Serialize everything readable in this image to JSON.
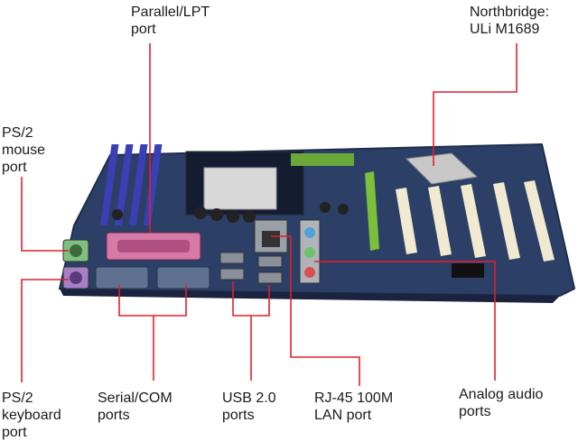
{
  "labels": {
    "parallel": "Parallel/LPT\nport",
    "northbridge": "Northbridge:\nULi M1689",
    "ps2_mouse": "PS/2\nmouse\nport",
    "ps2_keyboard": "PS/2\nkeyboard\nport",
    "serial": "Serial/COM\nports",
    "usb": "USB 2.0\nports",
    "lan": "RJ-45 100M\nLAN port",
    "audio": "Analog audio\nports"
  },
  "colors": {
    "leader": "#e3202a",
    "pcb": "#2c3f66",
    "pcb_dark": "#1e2d4d",
    "ram_slot": "#3a3fb5",
    "pci_slot": "#f2ead0",
    "agp_slot": "#7cbf3a",
    "parallel_port": "#d77aa8",
    "serial_port": "#5f7190",
    "mouse_port": "#7fbf7f",
    "keyboard_port": "#a77fc7",
    "usb_port": "#8a8f99",
    "audio_blue": "#4fa3d8",
    "audio_green": "#6cc36c",
    "audio_red": "#d84f4f"
  }
}
